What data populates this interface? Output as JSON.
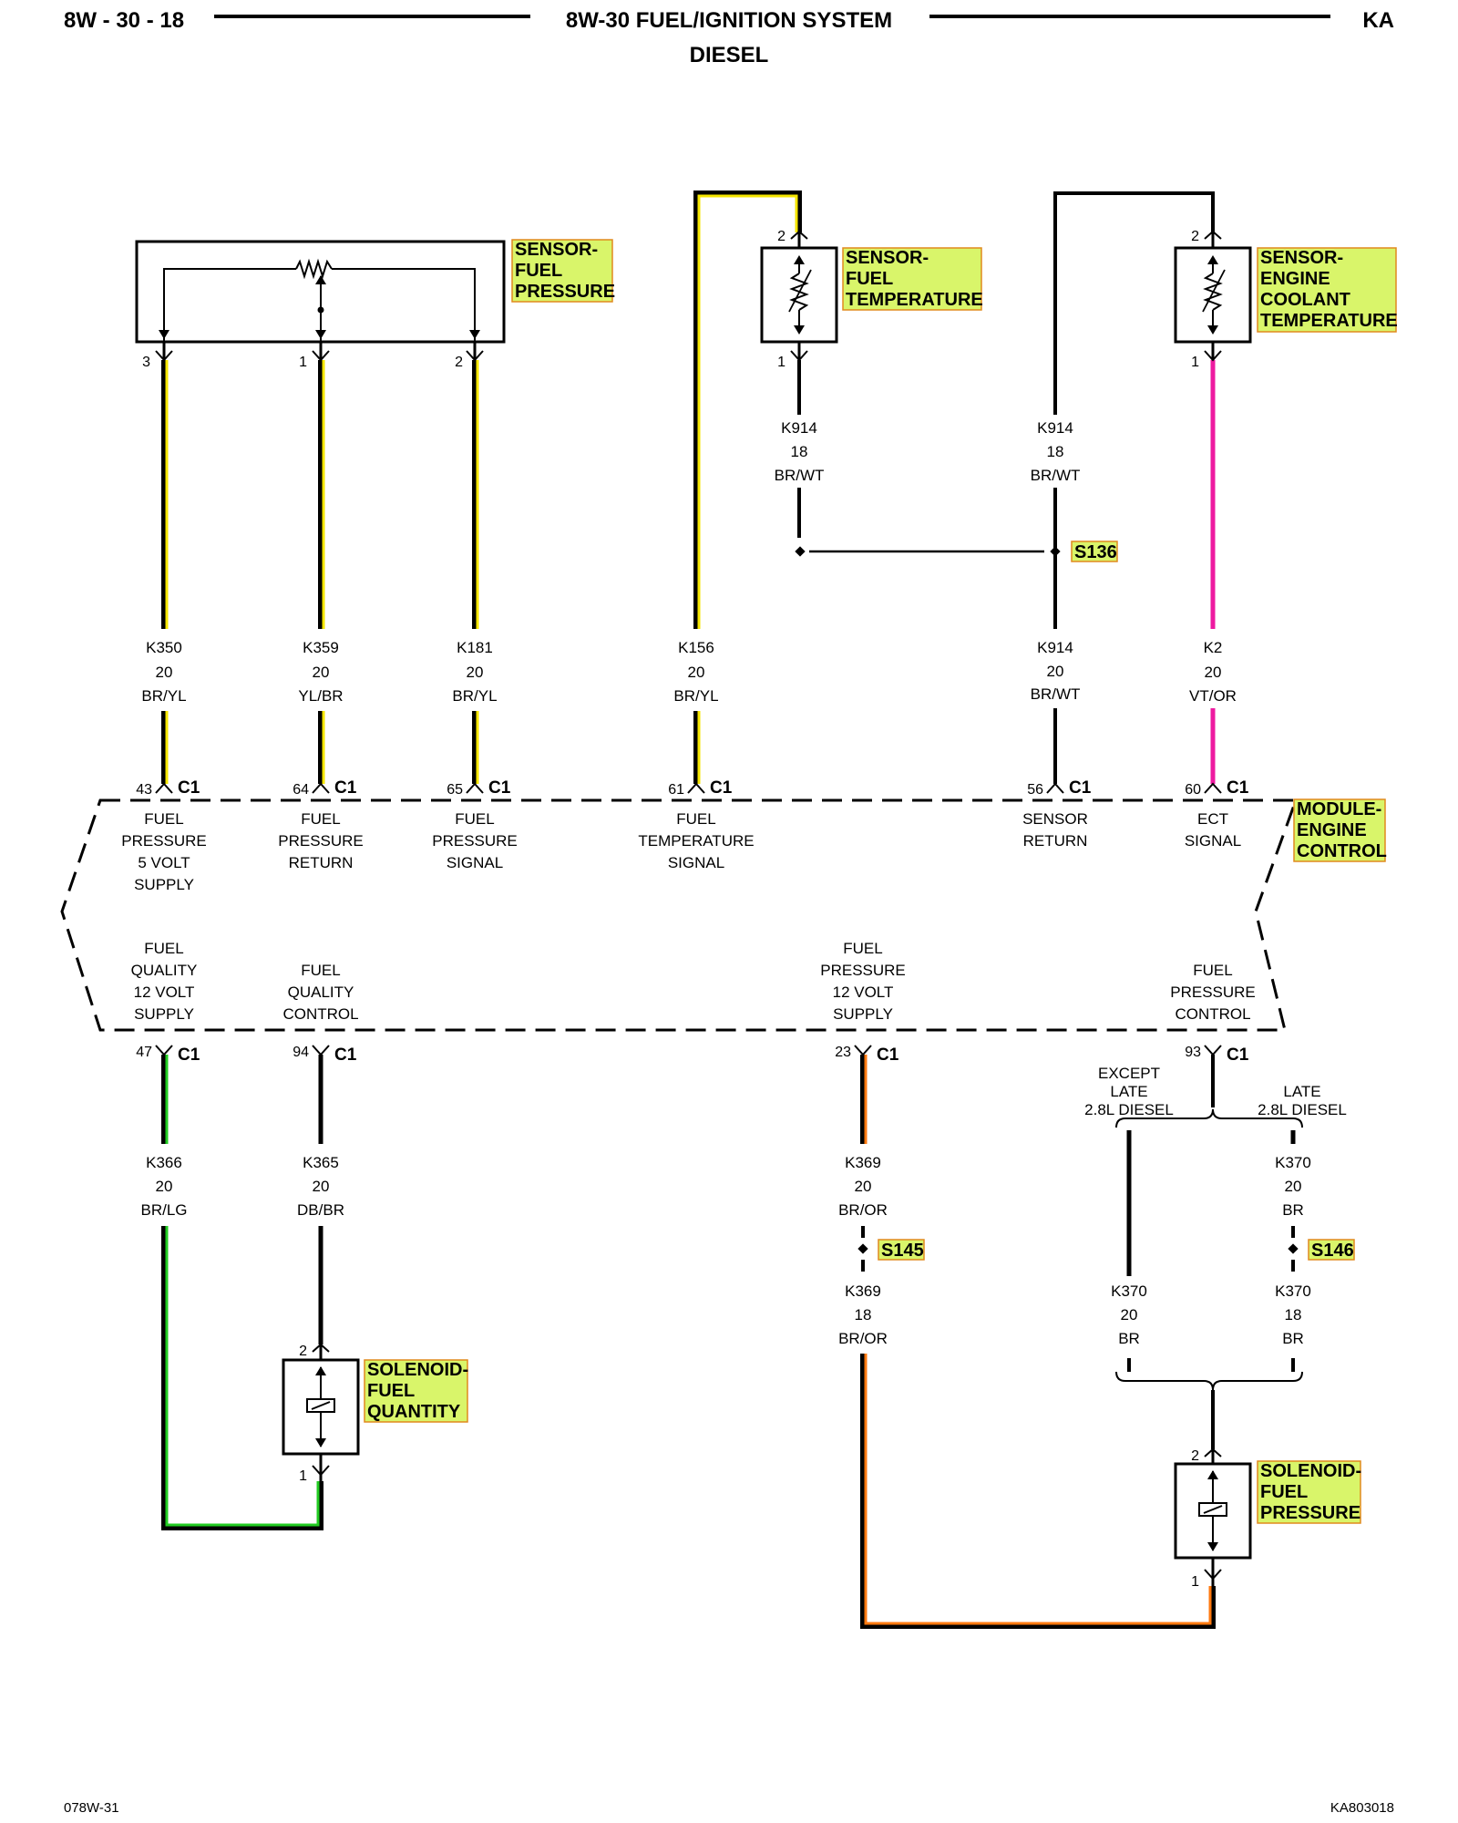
{
  "header": {
    "page": "8W - 30 - 18",
    "title": "8W-30 FUEL/IGNITION SYSTEM",
    "subtitle": "DIESEL",
    "model": "KA"
  },
  "footer": {
    "left": "078W-31",
    "right": "KA803018"
  },
  "colors": {
    "yellow": "#f5e600",
    "pink": "#ee1aa0",
    "green": "#22cc22",
    "orange": "#ff7a10",
    "label_fill": "#d9f56a",
    "label_border": "#e08a1e"
  },
  "components": {
    "fuel_pressure_sensor": [
      "SENSOR-",
      "FUEL",
      "PRESSURE"
    ],
    "fuel_temp_sensor": [
      "SENSOR-",
      "FUEL",
      "TEMPERATURE"
    ],
    "coolant_temp_sensor": [
      "SENSOR-",
      "ENGINE",
      "COOLANT",
      "TEMPERATURE"
    ],
    "ecm": [
      "MODULE-",
      "ENGINE",
      "CONTROL"
    ],
    "fuel_quantity_solenoid": [
      "SOLENOID-",
      "FUEL",
      "QUANTITY"
    ],
    "fuel_pressure_solenoid": [
      "SOLENOID-",
      "FUEL",
      "PRESSURE"
    ]
  },
  "splices": {
    "s136": "S136",
    "s145": "S145",
    "s146": "S146"
  },
  "pins": {
    "fps_3": "3",
    "fps_1": "1",
    "fps_2": "2",
    "fts_2": "2",
    "fts_1": "1",
    "ects_2": "2",
    "ects_1": "1",
    "fqs_2": "2",
    "fqs_1": "1",
    "fprs_2": "2",
    "fprs_1": "1"
  },
  "top_wire_upper": {
    "k914a": [
      "K914",
      "18",
      "BR/WT"
    ],
    "k914b": [
      "K914",
      "18",
      "BR/WT"
    ]
  },
  "top_wires": [
    {
      "circuit": "K350",
      "gauge": "20",
      "color": "BR/YL",
      "pin": "43",
      "conn": "C1",
      "function": [
        "FUEL",
        "PRESSURE",
        "5 VOLT",
        "SUPPLY"
      ]
    },
    {
      "circuit": "K359",
      "gauge": "20",
      "color": "YL/BR",
      "pin": "64",
      "conn": "C1",
      "function": [
        "FUEL",
        "PRESSURE",
        "RETURN"
      ]
    },
    {
      "circuit": "K181",
      "gauge": "20",
      "color": "BR/YL",
      "pin": "65",
      "conn": "C1",
      "function": [
        "FUEL",
        "PRESSURE",
        "SIGNAL"
      ]
    },
    {
      "circuit": "K156",
      "gauge": "20",
      "color": "BR/YL",
      "pin": "61",
      "conn": "C1",
      "function": [
        "FUEL",
        "TEMPERATURE",
        "SIGNAL"
      ]
    },
    {
      "circuit": "K914",
      "gauge": "20",
      "color": "BR/WT",
      "pin": "56",
      "conn": "C1",
      "function": [
        "SENSOR",
        "RETURN"
      ]
    },
    {
      "circuit": "K2",
      "gauge": "20",
      "color": "VT/OR",
      "pin": "60",
      "conn": "C1",
      "function": [
        "ECT",
        "SIGNAL"
      ]
    }
  ],
  "bottom_wires": [
    {
      "circuit": "K366",
      "gauge": "20",
      "color": "BR/LG",
      "pin": "47",
      "conn": "C1",
      "function": [
        "FUEL",
        "QUALITY",
        "12 VOLT",
        "SUPPLY"
      ]
    },
    {
      "circuit": "K365",
      "gauge": "20",
      "color": "DB/BR",
      "pin": "94",
      "conn": "C1",
      "function": [
        "FUEL",
        "QUALITY",
        "CONTROL"
      ]
    },
    {
      "circuit": "K369",
      "gauge": "20",
      "color": "BR/OR",
      "pin": "23",
      "conn": "C1",
      "function": [
        "FUEL",
        "PRESSURE",
        "12 VOLT",
        "SUPPLY"
      ]
    },
    {
      "circuit": "",
      "gauge": "",
      "color": "",
      "pin": "93",
      "conn": "C1",
      "function": [
        "FUEL",
        "PRESSURE",
        "CONTROL"
      ]
    }
  ],
  "lower_wires": {
    "k369_b": [
      "K369",
      "18",
      "BR/OR"
    ],
    "k370_top": [
      "K370",
      "20",
      "BR"
    ],
    "k370_left": [
      "K370",
      "20",
      "BR"
    ],
    "k370_right": [
      "K370",
      "18",
      "BR"
    ]
  },
  "options": {
    "except": [
      "EXCEPT",
      "LATE",
      "2.8L DIESEL"
    ],
    "late": [
      "LATE",
      "2.8L DIESEL"
    ]
  }
}
